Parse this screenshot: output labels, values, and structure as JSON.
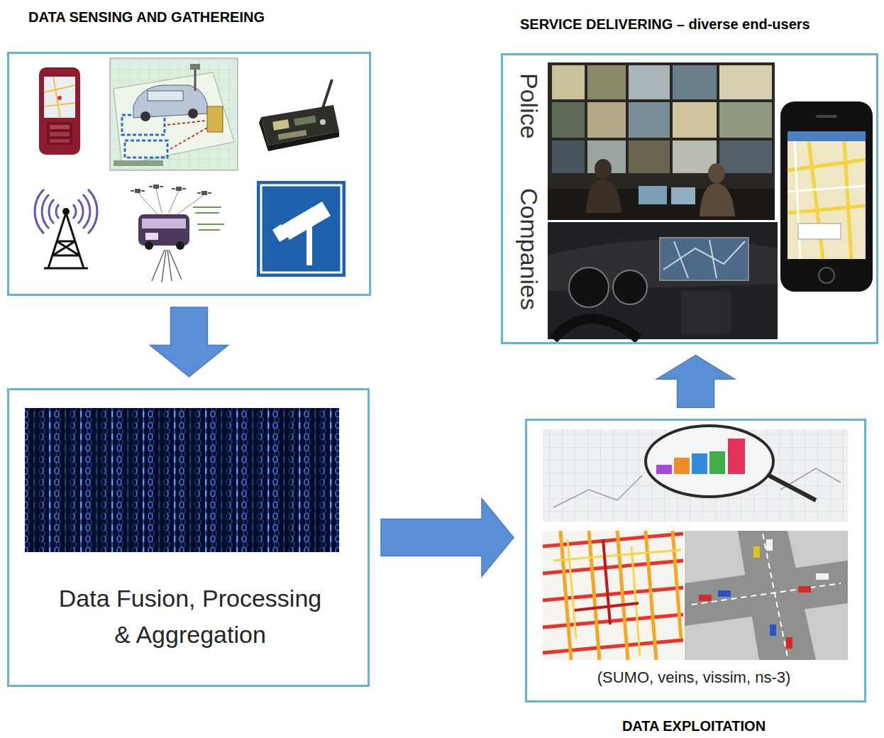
{
  "diagram": {
    "nodes": [
      {
        "text": [
          "DATA SENSING AND GATHEREING"
        ]
      },
      {
        "text": [
          "SERVICE DELIVERING – diverse end-users",
          "Police",
          "Companies"
        ]
      },
      {
        "text": [
          "Data Fusion, Processing & Aggregation"
        ]
      },
      {
        "text": [
          "(SUMO, veins, vissim, ns-3)",
          "DATA EXPLOITATION"
        ]
      }
    ],
    "edges": [
      {
        "from": 0,
        "to": 2,
        "arrow": "to"
      },
      {
        "from": 2,
        "to": 3,
        "arrow": "to"
      },
      {
        "from": 3,
        "to": 1,
        "arrow": "to"
      }
    ]
  }
}
